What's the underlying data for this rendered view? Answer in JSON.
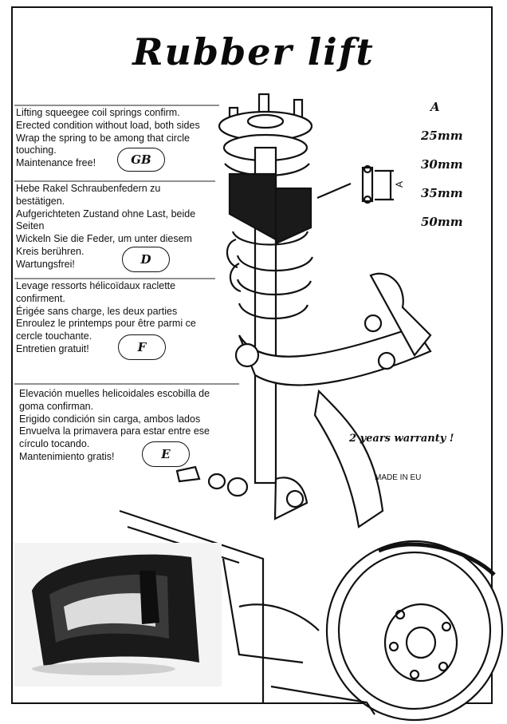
{
  "title": "Rubber lift",
  "sections": [
    {
      "lines": [
        "Lifting squeegee coil springs confirm.",
        "Erected condition without load, both sides",
        "Wrap the spring to be among that circle",
        "touching.",
        "Maintenance free!"
      ],
      "badge": "GB"
    },
    {
      "lines": [
        "Hebe Rakel Schraubenfedern zu",
        "bestätigen.",
        "Aufgerichteten Zustand ohne Last, beide",
        "Seiten",
        "Wickeln Sie die Feder, um unter diesem",
        "Kreis berühren.",
        "Wartungsfrei!"
      ],
      "badge": "D"
    },
    {
      "lines": [
        "Levage ressorts hélicoïdaux raclette",
        "confirment.",
        "Érigée sans charge, les deux parties",
        "Enroulez le printemps pour être parmi ce",
        "cercle touchante.",
        "Entretien gratuit!"
      ],
      "badge": "F"
    },
    {
      "lines": [
        "Elevación muelles helicoidales escobilla de",
        "goma confirman.",
        "Erigido condición sin carga, ambos lados",
        "Envuelva la primavera para estar entre ese",
        "círculo tocando.",
        "Mantenimiento gratis!"
      ],
      "badge": "E"
    }
  ],
  "sizes": {
    "header": "A",
    "values": [
      "25mm",
      "30mm",
      "35mm",
      "50mm"
    ]
  },
  "dimension_label": "A",
  "warranty": "2 years warranty !",
  "made_in": "MADE IN EU",
  "colors": {
    "ink": "#111111",
    "paper": "#ffffff",
    "rubber": "#1a1a1a"
  }
}
